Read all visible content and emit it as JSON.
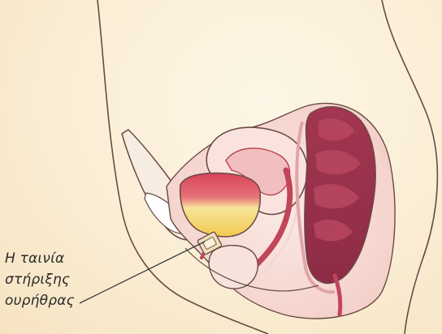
{
  "label": {
    "line1": "Η ταινία",
    "line2": "στήριξης",
    "line3": "ουρήθρας"
  },
  "colors": {
    "background": "#fbf0dc",
    "outline": "#5b3a3a",
    "tissue_pink": "#f3c9c6",
    "muscle": "#c2455a",
    "rectum_dark": "#a53a52",
    "bladder_fill": "#f5d56a",
    "bladder_top": "#d9435a",
    "tape": "#e9d7a8"
  }
}
